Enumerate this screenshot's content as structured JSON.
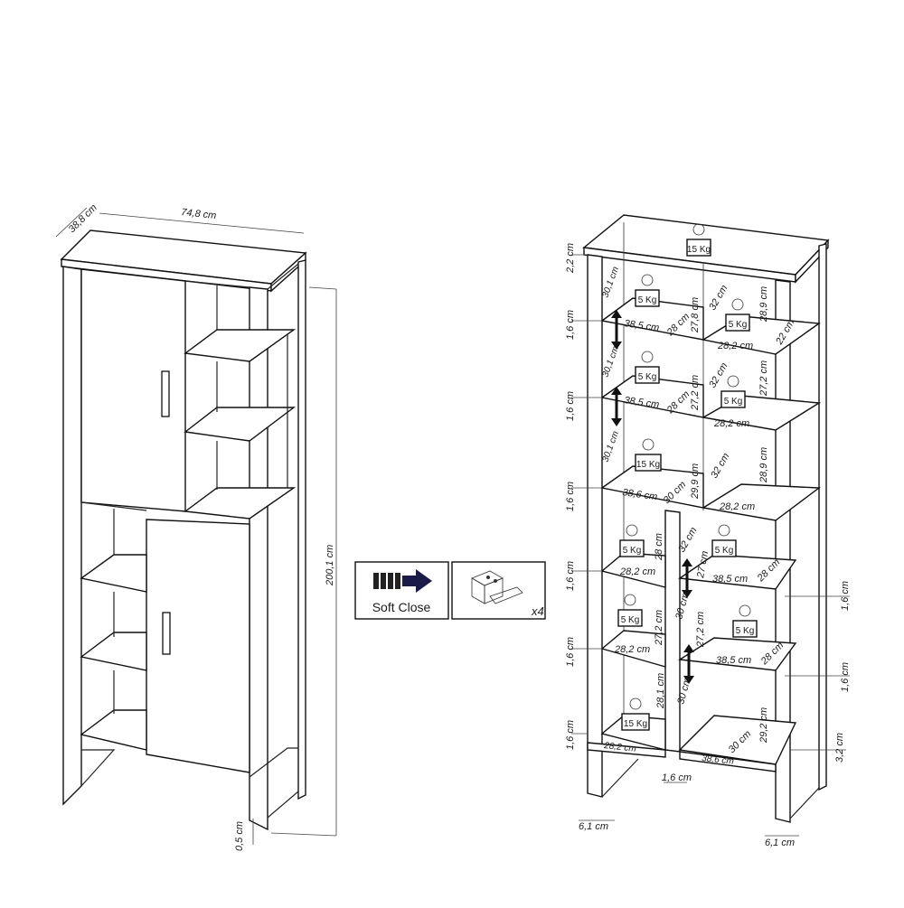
{
  "left_view": {
    "dims": {
      "depth": "38,8 cm",
      "width": "74,8 cm",
      "height": "200,1 cm",
      "foot_gap": "0,5 cm"
    }
  },
  "legend": {
    "soft_close": "Soft Close",
    "hinge_count": "x4"
  },
  "right_view": {
    "loads": {
      "top": "15 Kg",
      "l1": "5 Kg",
      "l2": "5 Kg",
      "l3": "15 Kg",
      "r1": "5 Kg",
      "r2": "5 Kg",
      "lc1": "5 Kg",
      "rc1": "5 Kg",
      "lc2": "5 Kg",
      "rc2": "5 Kg",
      "bottom": "15 Kg"
    },
    "dims": {
      "top_thick": "2,2 cm",
      "shelf_1": "1,6 cm",
      "shelf_2": "1,6 cm",
      "shelf_3": "1,6 cm",
      "shelf_4": "1,6 cm",
      "shelf_5": "1,6 cm",
      "shelf_6": "1,6 cm",
      "l_diag_1": "30,1 cm",
      "l_diag_2": "30,1 cm",
      "l_diag_3": "30,1 cm",
      "l_w1": "38,5 cm",
      "l_w2": "38,5 cm",
      "l_w3": "38,6 cm",
      "l_d1": "28 cm",
      "l_d2": "28 cm",
      "l_d3": "30 cm",
      "l_h1": "27,8 cm",
      "l_h2": "27,2 cm",
      "l_h3": "29,9 cm",
      "r_d1": "32 cm",
      "r_d2": "32 cm",
      "r_d3": "32 cm",
      "r_h1": "28,9 cm",
      "r_h2": "27,2 cm",
      "r_h3": "28,9 cm",
      "r_w1": "28,2 cm",
      "r_w2": "28,2 cm",
      "r_w3": "28,2 cm",
      "r_side1": "22 cm",
      "lc_w1": "28,2 cm",
      "lc_w2": "28,2 cm",
      "lc_h1": "28 cm",
      "lc_h2": "27,2 cm",
      "lc_h3": "28,1 cm",
      "lc_d1": "32 cm",
      "lc_d2": "30 cm",
      "lc_d3": "30 cm",
      "lc_v2": "27 cm",
      "lc_v3": "27,2 cm",
      "rc_w1": "38,5 cm",
      "rc_w2": "38,5 cm",
      "rc_d1": "28 cm",
      "rc_d2": "28 cm",
      "rc_d3": "30 cm",
      "rc_h3": "29,2 cm",
      "base_left_w": "28,2 cm",
      "base_right_w": "38,6 cm",
      "mid_gap": "1,6 cm",
      "ext_shelf_1": "1,6 cm",
      "ext_shelf_2": "1,6 cm",
      "ext_base": "3,2 cm",
      "foot_left": "6,1 cm",
      "foot_right": "6,1 cm"
    }
  }
}
